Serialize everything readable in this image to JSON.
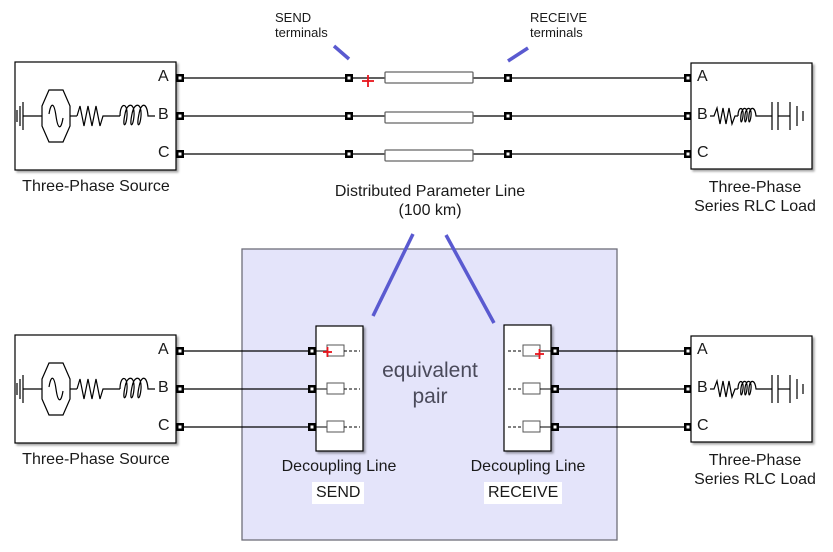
{
  "top": {
    "send_annotation": [
      "SEND",
      "terminals"
    ],
    "receive_annotation": [
      "RECEIVE",
      "terminals"
    ],
    "source": {
      "label": "Three-Phase Source",
      "ports": [
        "A",
        "B",
        "C"
      ]
    },
    "line": {
      "label": "Distributed Parameter Line",
      "sublabel": "(100 km)"
    },
    "load": {
      "label_line1": "Three-Phase",
      "label_line2": "Series RLC Load",
      "ports": [
        "A",
        "B",
        "C"
      ]
    }
  },
  "bottom": {
    "source": {
      "label": "Three-Phase Source",
      "ports": [
        "A",
        "B",
        "C"
      ]
    },
    "send_block": {
      "label": "Decoupling Line",
      "tag": "SEND"
    },
    "receive_block": {
      "label": "Decoupling Line",
      "tag": "RECEIVE"
    },
    "area_text": [
      "equivalent",
      "pair"
    ],
    "load": {
      "label_line1": "Three-Phase",
      "label_line2": "Series RLC Load",
      "ports": [
        "A",
        "B",
        "C"
      ]
    }
  },
  "colors": {
    "annotation_line": "#5a5ad0",
    "area_fill": "#e4e4fa",
    "polarity_marker": "#e8141c"
  }
}
